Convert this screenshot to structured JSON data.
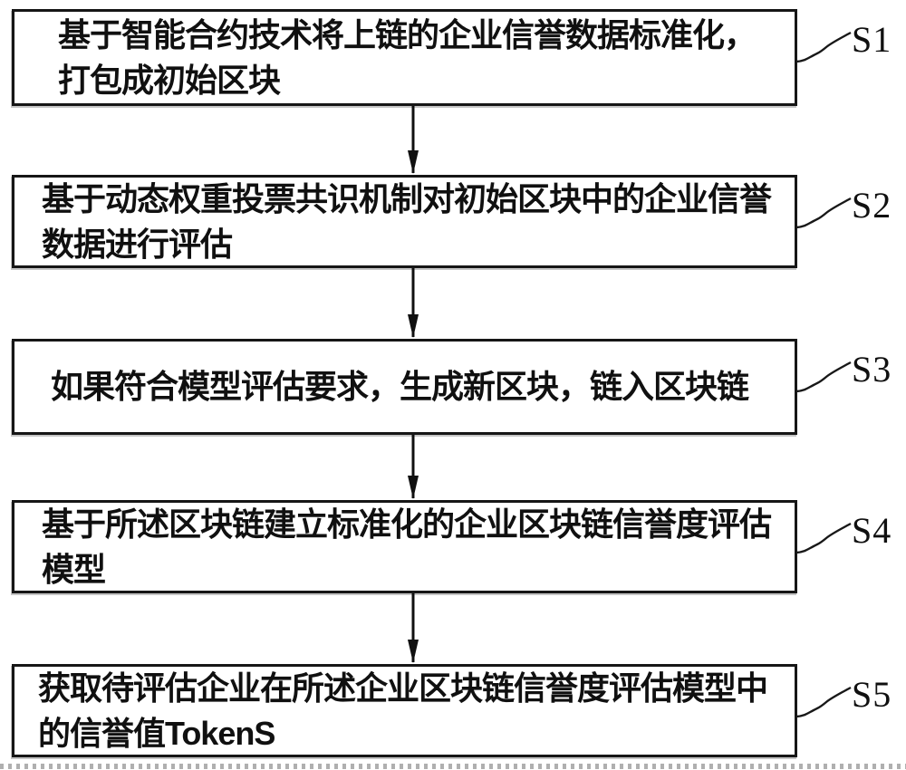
{
  "colors": {
    "ink": "#101010",
    "background": "#ffffff"
  },
  "flowchart": {
    "steps": [
      {
        "label": "S1",
        "lines": [
          "基于智能合约技术将上链的企业信誉数据标准化，",
          "打包成初始区块"
        ]
      },
      {
        "label": "S2",
        "lines": [
          "基于动态权重投票共识机制对初始区块中的企业信誉",
          "数据进行评估"
        ]
      },
      {
        "label": "S3",
        "lines": [
          "如果符合模型评估要求，生成新区块，链入区块链"
        ]
      },
      {
        "label": "S4",
        "lines": [
          "基于所述区块链建立标准化的企业区块链信誉度评估",
          "模型"
        ]
      },
      {
        "label": "S5",
        "lines": [
          "获取待评估企业在所述企业区块链信誉度评估模型中",
          "的信誉值TokenS"
        ]
      }
    ]
  }
}
